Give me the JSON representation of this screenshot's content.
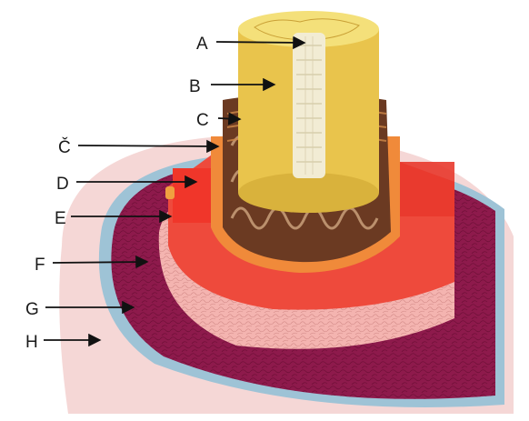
{
  "labels": {
    "a": "A",
    "b": "B",
    "c": "C",
    "c_caron": "Č",
    "d": "D",
    "e": "E",
    "f": "F",
    "g": "G",
    "h": "H"
  },
  "colors": {
    "background": "#ffffff",
    "outer_pink": "#f1c9c8",
    "blue_ring": "#9ec3d6",
    "dark_magenta": "#8e1a4c",
    "light_pink": "#f4b4b0",
    "red": "#ee4a3c",
    "bright_red": "#f0362a",
    "orange": "#f08a3a",
    "brown": "#6b3a22",
    "yellow": "#e9c44c",
    "light_yellow": "#f4e07a",
    "medulla": "#f2ecd4",
    "arrow": "#111111"
  }
}
